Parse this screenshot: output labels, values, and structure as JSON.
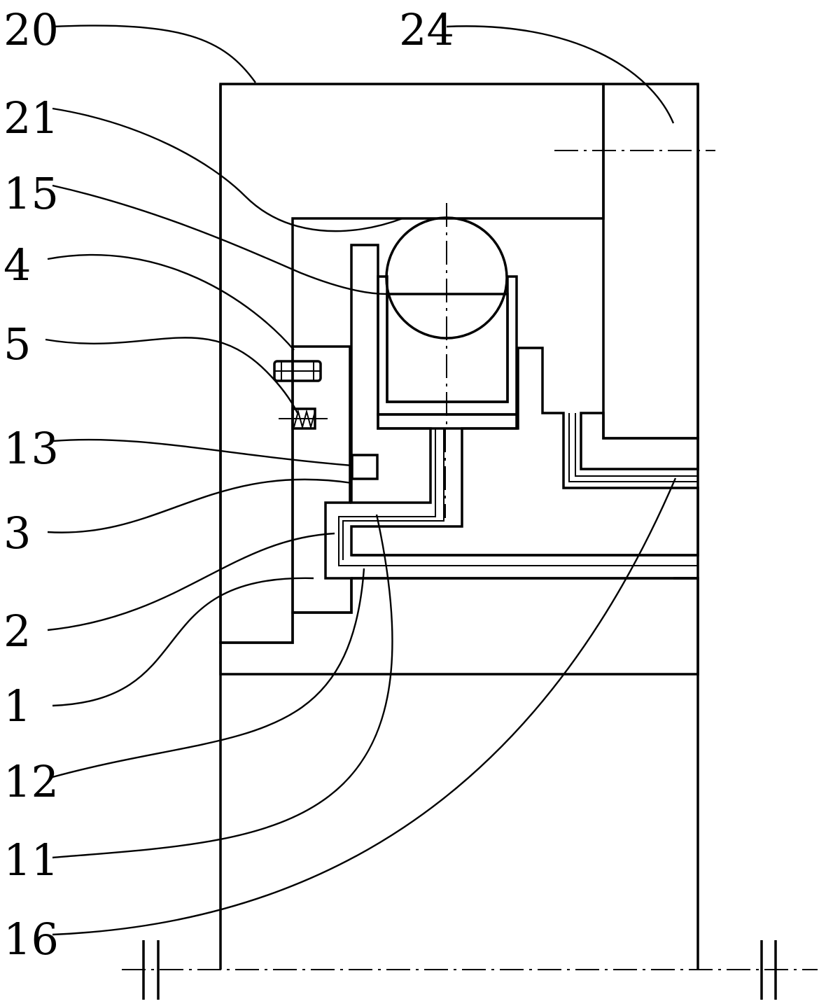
{
  "labels": {
    "l20": "20",
    "l24": "24",
    "l21": "21",
    "l15": "15",
    "l4": "4",
    "l5": "5",
    "l13": "13",
    "l3": "3",
    "l2": "2",
    "l1": "1",
    "l12": "12",
    "l11": "11",
    "l16": "16"
  }
}
